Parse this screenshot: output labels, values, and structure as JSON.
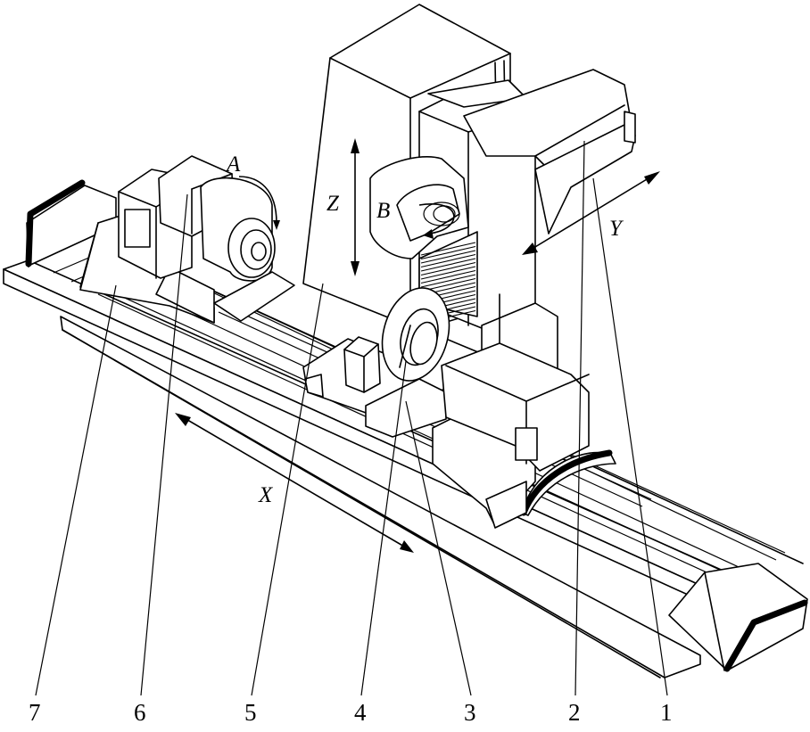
{
  "figure": {
    "part_labels": [
      "7",
      "6",
      "5",
      "4",
      "3",
      "2",
      "1"
    ],
    "axis_labels": {
      "x": "X",
      "y": "Y",
      "z": "Z",
      "a": "A",
      "b": "B"
    }
  }
}
